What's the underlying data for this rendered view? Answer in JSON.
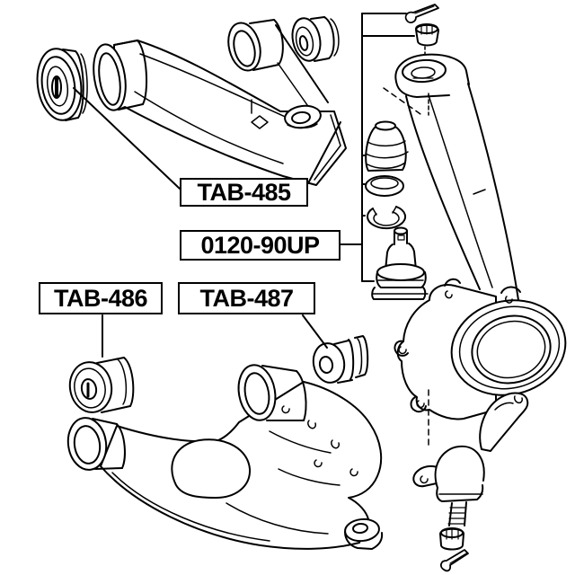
{
  "diagram": {
    "type": "exploded-parts-diagram",
    "subject": "front-suspension-control-arms-and-ball-joint",
    "background_color": "#ffffff",
    "line_color": "#000000",
    "labels": {
      "tab485": {
        "text": "TAB-485",
        "points_to": "upper-control-arm-bushings"
      },
      "kit": {
        "text": "0120-90UP",
        "points_to": "upper-ball-joint-kit"
      },
      "tab486": {
        "text": "TAB-486",
        "points_to": "lower-arm-front-bushing"
      },
      "tab487": {
        "text": "TAB-487",
        "points_to": "lower-arm-rear-bushing"
      }
    },
    "parts": [
      "upper-control-arm",
      "upper-arm-front-bushing",
      "upper-arm-rear-bushing",
      "cotter-pin-top",
      "castle-nut-top",
      "dust-boot",
      "dust-cover-ring",
      "snap-ring",
      "upper-ball-joint",
      "steering-knuckle",
      "lower-ball-joint",
      "castle-nut-bottom",
      "cotter-pin-bottom",
      "lower-control-arm",
      "lower-arm-front-bushing",
      "lower-arm-rear-bushing"
    ]
  }
}
